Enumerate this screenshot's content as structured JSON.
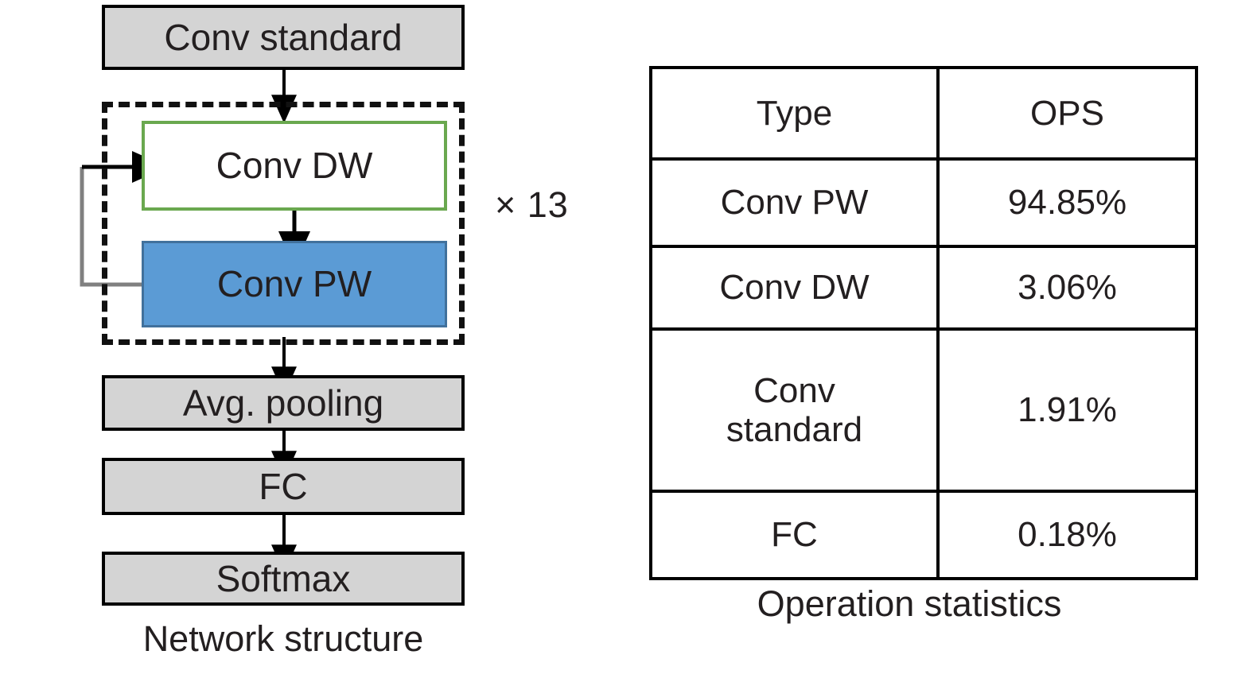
{
  "figure": {
    "title_left": "Network structure",
    "title_right": "Operation statistics"
  },
  "network": {
    "blocks": [
      {
        "id": "conv-standard",
        "label": "Conv standard",
        "style": "gray"
      },
      {
        "id": "conv-dw",
        "label": "Conv DW",
        "style": "green-outline"
      },
      {
        "id": "conv-pw",
        "label": "Conv PW",
        "style": "blue-fill"
      },
      {
        "id": "avg-pooling",
        "label": "Avg. pooling",
        "style": "gray"
      },
      {
        "id": "fc",
        "label": "FC",
        "style": "gray"
      },
      {
        "id": "softmax",
        "label": "Softmax",
        "style": "gray"
      }
    ],
    "repeat_label": "× 13",
    "caption": "Network structure",
    "colors": {
      "gray_fill": "#d4d4d4",
      "green_border": "#6aa84f",
      "blue_fill": "#5b9bd5",
      "blue_border": "#41719c",
      "outline": "#000000",
      "feedback_line": "#808080"
    }
  },
  "ops_table": {
    "caption": "Operation statistics",
    "headers": [
      "Type",
      "OPS"
    ],
    "rows": [
      {
        "type": "Conv PW",
        "ops": "94.85%"
      },
      {
        "type": "Conv DW",
        "ops": "3.06%"
      },
      {
        "type": "Conv\nstandard",
        "ops": "1.91%"
      },
      {
        "type": "FC",
        "ops": "0.18%"
      }
    ],
    "row_type_conv_standard_line1": "Conv",
    "row_type_conv_standard_line2": "standard"
  },
  "chart_data": {
    "type": "table",
    "title": "Operation statistics",
    "categories": [
      "Conv PW",
      "Conv DW",
      "Conv standard",
      "FC"
    ],
    "values": [
      94.85,
      3.06,
      1.91,
      0.18
    ],
    "xlabel": "Type",
    "ylabel": "OPS",
    "unit": "%"
  }
}
